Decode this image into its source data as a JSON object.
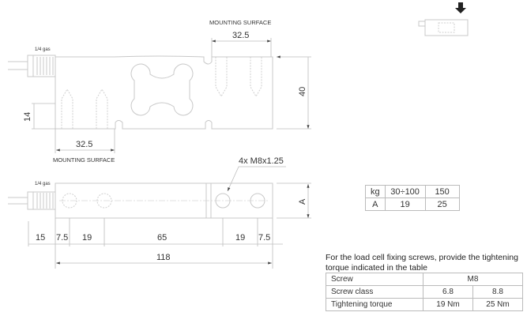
{
  "side_view": {
    "top_label": "MOUNTING SURFACE",
    "top_dim": "32.5",
    "bottom_dim": "32.5",
    "bottom_label": "MOUNTING SURFACE",
    "height_dim": "40",
    "offset_dim": "14",
    "connector_label": "1/4 gas"
  },
  "bottom_view": {
    "connector_label": "1/4 gas",
    "thread_label": "4x M8x1.25",
    "width_dim": "A",
    "dims": [
      "15",
      "7.5",
      "19",
      "65",
      "19",
      "7.5"
    ],
    "total_dim": "118"
  },
  "capacity_table": {
    "rows": [
      [
        "kg",
        "30÷100",
        "150"
      ],
      [
        "A",
        "19",
        "25"
      ]
    ]
  },
  "torque": {
    "caption": "For the load cell fixing screws, provide the tightening torque indicated in the table",
    "screw_label": "Screw",
    "screw_value": "M8",
    "class_label": "Screw class",
    "classes": [
      "6.8",
      "8.8"
    ],
    "torque_label": "Tightening torque",
    "torques": [
      "19 Nm",
      "25 Nm"
    ]
  }
}
